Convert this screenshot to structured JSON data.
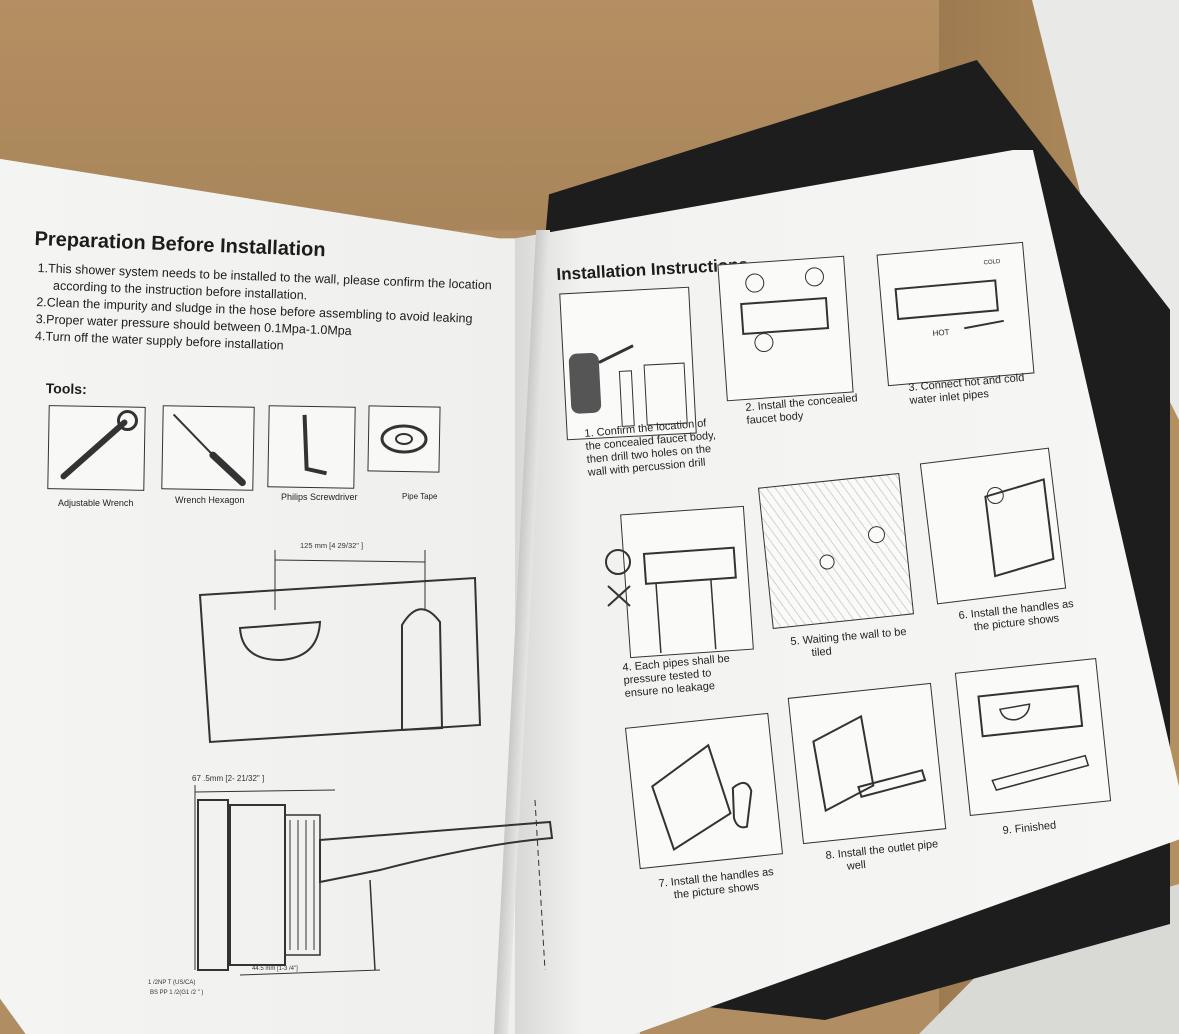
{
  "left_page": {
    "title": "Preparation Before Installation",
    "items": [
      "1.This shower system needs to be installed to the wall, please confirm the location",
      "according to the instruction before installation.",
      "2.Clean the impurity and sludge in the hose before assembling to avoid leaking",
      "3.Proper water pressure should between 0.1Mpa-1.0Mpa",
      "4.Turn off the water supply before installation"
    ],
    "tools_heading": "Tools:",
    "tools": [
      {
        "label": "Adjustable Wrench",
        "icon": "wrench-icon"
      },
      {
        "label": "Wrench Hexagon",
        "icon": "screwdriver-icon"
      },
      {
        "label": "Philips Screwdriver",
        "icon": "hex-key-icon"
      },
      {
        "label": "Pipe Tape",
        "icon": "tape-icon"
      }
    ],
    "dim_top": "125 mm   [4 29/32\" ]",
    "dim_side": "67 .5mm [2-  21/32\" ]",
    "dim_bottom": "44.5 mm [1-3 /4\"]",
    "thread_1": "1 /2NP  T (US/CA)",
    "thread_2": "BS  PP  1 /2(G1 /2 \" )"
  },
  "right_page": {
    "title": "Installation Instructions",
    "steps": [
      {
        "line1": "1. Confirm the location of",
        "line2": "the concealed faucet body,",
        "line3": "then drill two holes on the",
        "line4": "wall with percussion drill"
      },
      {
        "line1": "2. Install the concealed",
        "line2": "faucet body"
      },
      {
        "line1": "3. Connect hot and cold",
        "line2": "water inlet pipes"
      },
      {
        "line1": "4. Each pipes shall be",
        "line2": "pressure tested to",
        "line3": "ensure no leakage"
      },
      {
        "line1": "5. Waiting the wall to be",
        "line2": "tiled"
      },
      {
        "line1": "6. Install the handles as",
        "line2": "the picture shows"
      },
      {
        "line1": "7. Install the handles as",
        "line2": "the picture shows"
      },
      {
        "line1": "8. Install the outlet pipe",
        "line2": "well"
      },
      {
        "line1": "9. Finished"
      }
    ],
    "hot_label": "HOT",
    "cold_label": "COLD"
  }
}
